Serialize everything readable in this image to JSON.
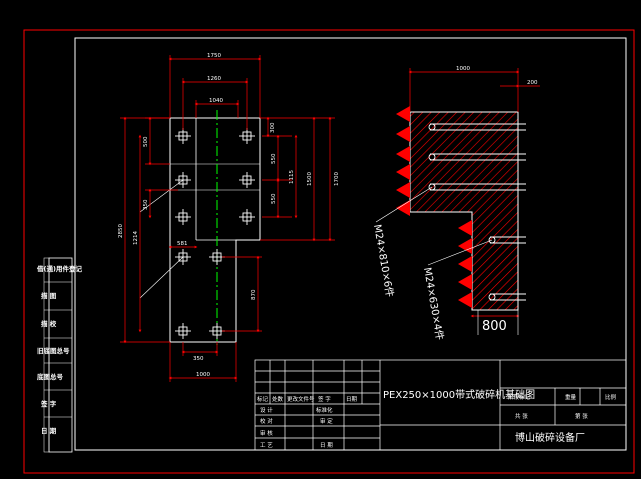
{
  "colors": {
    "background": "#000000",
    "frame": "#ff0000",
    "object": "#ffffff",
    "centerline": "#00ff00",
    "hatch": "#ff0000"
  },
  "title_block": {
    "title": "PEX250×1000带式破碎机基础图",
    "company": "博山破碎设备厂",
    "row_labels": {
      "mark": "标记",
      "count": "处数",
      "change_doc": "更改文件号",
      "signature": "签 字",
      "date_small": "日期",
      "designer": "设 计",
      "standardize": "标准化",
      "proofread": "校 对",
      "review": "审 定",
      "audit": "审 核",
      "process": "工 艺",
      "date": "日 期"
    },
    "right_labels": {
      "stage_mark": "阶段标记",
      "weight": "重量",
      "scale": "比例",
      "sheets_total": "共 张",
      "sheet_no": "第 张"
    }
  },
  "side_panel": {
    "items": [
      "借(通)用件登记",
      "描 图",
      "描 校",
      "旧底图总号",
      "底图总号",
      "签 字",
      "日 期"
    ]
  },
  "plan_view": {
    "dims": {
      "overall_width_top": "1750",
      "inner_width_1": "1260",
      "inner_width_2": "1040",
      "left_500": "500",
      "left_350": "350",
      "overall_height": "2850",
      "height_1214": "1214",
      "dim_581": "581",
      "right_300": "300",
      "right_550a": "550",
      "right_550b": "550",
      "right_1115": "1115",
      "right_1500": "1500",
      "right_1700": "1700",
      "dim_870": "870",
      "bottom_350": "350",
      "bottom_1000": "1000"
    }
  },
  "section_view": {
    "dims": {
      "top_1000": "1000",
      "top_200": "200",
      "bottom_800": "800"
    },
    "bolt_labels": {
      "upper": "M24×810×6件",
      "lower": "M24×630×4件"
    }
  }
}
